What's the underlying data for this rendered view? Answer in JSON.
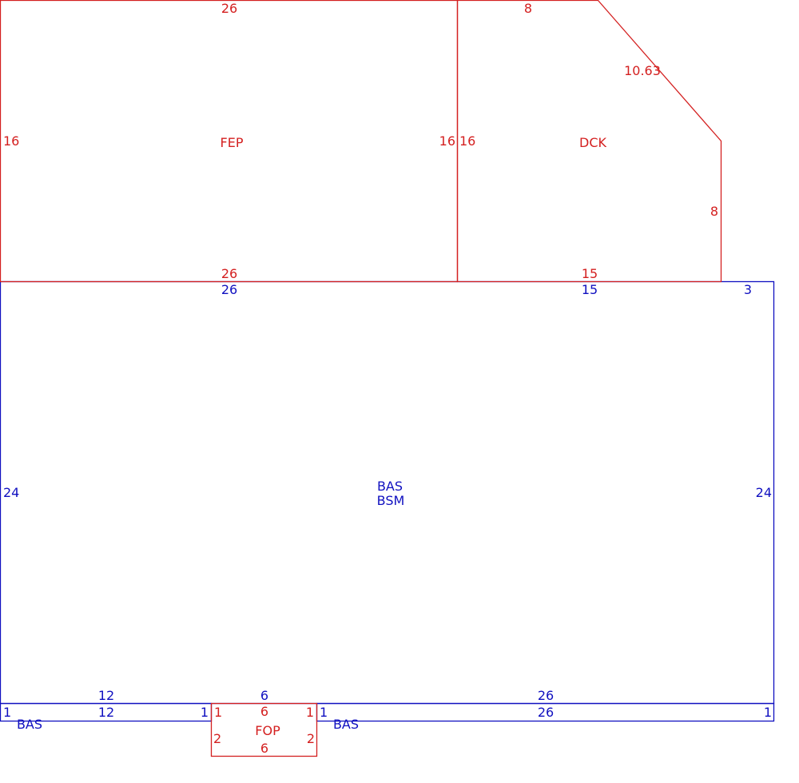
{
  "colors": {
    "upper_floor_lines": "#d42020",
    "base_floor_lines": "#1010c0",
    "background": "#ffffff"
  },
  "areas": {
    "fep": {
      "code": "FEP",
      "top": "26",
      "left": "16",
      "right": "16",
      "bottom": "26"
    },
    "dck": {
      "code": "DCK",
      "top": "8",
      "diagonal": "10.63",
      "left": "16",
      "right": "8",
      "bottom": "15"
    },
    "bas_main": {
      "code_1": "BAS",
      "code_2": "BSM",
      "top_left": "26",
      "top_mid": "15",
      "top_right": "3",
      "left": "24",
      "right": "24"
    },
    "bas_strip_left": {
      "code": "BAS",
      "top": "12",
      "bottom": "12",
      "left": "1",
      "right": "1"
    },
    "bas_strip_right": {
      "code": "BAS",
      "top": "26",
      "bottom": "26",
      "left": "1",
      "right": "1"
    },
    "fop": {
      "code": "FOP",
      "top_outer": "6",
      "top_inner": "6",
      "upper_left": "1",
      "upper_right": "1",
      "left": "2",
      "right": "2",
      "bottom": "6"
    }
  }
}
